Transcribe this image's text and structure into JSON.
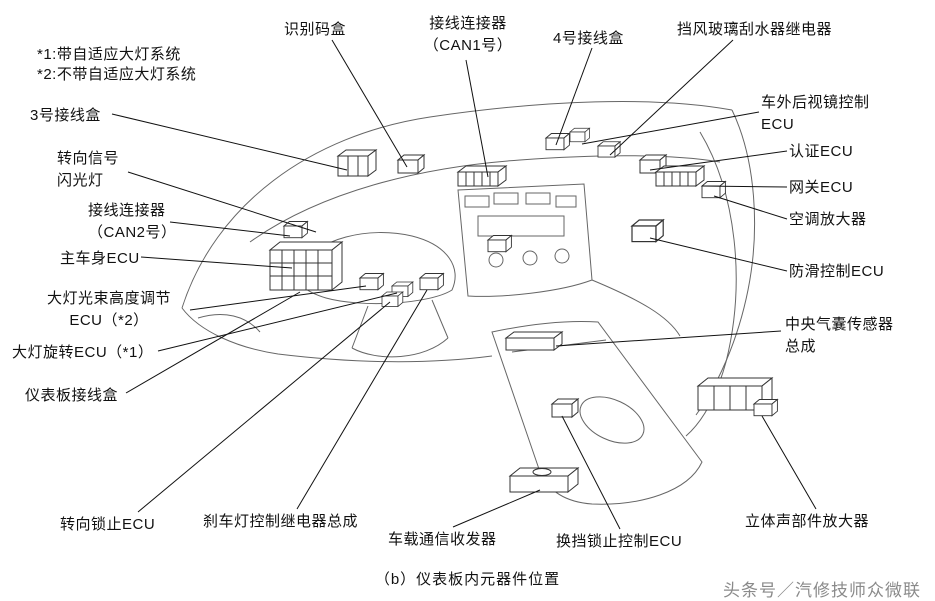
{
  "notes": {
    "note1": "*1:带自适应大灯系统",
    "note2": "*2:不带自适应大灯系统"
  },
  "labels": {
    "id_code_box": "识别码盒",
    "can1_connector": "接线连接器\n（CAN1号）",
    "junction_box_4": "4号接线盒",
    "wiper_relay": "挡风玻璃刮水器继电器",
    "junction_box_3": "3号接线盒",
    "turn_signal_flasher": "转向信号\n闪光灯",
    "can2_connector": "接线连接器\n（CAN2号）",
    "main_body_ecu": "主车身ECU",
    "headlight_leveling_ecu": "大灯光束高度调节\nECU（*2）",
    "headlight_swivel_ecu": "大灯旋转ECU（*1）",
    "ip_junction_box": "仪表板接线盒",
    "steering_lock_ecu": "转向锁止ECU",
    "brake_light_relay": "刹车灯控制继电器总成",
    "telematics_transceiver": "车载通信收发器",
    "shift_lock_ecu": "换挡锁止控制ECU",
    "mirror_control_ecu": "车外后视镜控制\nECU",
    "certification_ecu": "认证ECU",
    "gateway_ecu": "网关ECU",
    "ac_amplifier": "空调放大器",
    "skid_control_ecu": "防滑控制ECU",
    "airbag_sensor": "中央气囊传感器\n总成",
    "stereo_amplifier": "立体声部件放大器"
  },
  "caption": "（b）仪表板内元器件位置",
  "watermark": "头条号／汽修技师众微联",
  "colors": {
    "line": "#333333",
    "art": "#666666",
    "text": "#111111",
    "watermark": "#8a8a8a"
  }
}
